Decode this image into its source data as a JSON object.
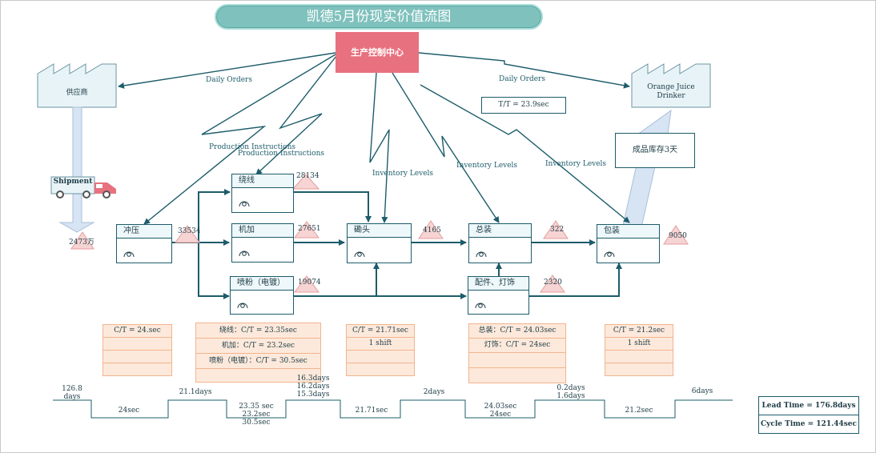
{
  "title": "凯德5月份现实价值流图",
  "control_center": "生产控制中心",
  "supplier": "供应商",
  "customer": "Orange Juice\nDrinker",
  "shipment": "Shipment",
  "supplier_inventory": "2473万",
  "finished_goods": "成品库存3天",
  "takt_time": "T/T = 23.9sec",
  "flow_labels": {
    "daily_orders_left": "Daily Orders",
    "daily_orders_right": "Daily Orders",
    "prod_instr_1": "Production Instructions",
    "prod_instr_2": "Production Instructions",
    "inv_1": "Inventory Levels",
    "inv_2": "Inventory Levels",
    "inv_3": "Inventory Levels"
  },
  "processes": {
    "stamping": "冲压",
    "winding": "绕线",
    "machining": "机加",
    "coating": "喷粉（电镀）",
    "head": "磡头",
    "assembly": "总装",
    "parts": "配件、灯饰",
    "packing": "包装"
  },
  "inventory": {
    "stamping": "33534",
    "winding": "28134",
    "machining": "27651",
    "coating": "19074",
    "head": "4165",
    "assembly": "322",
    "parts": "2320",
    "packing": "9050"
  },
  "data_boxes": {
    "stamping": [
      "C/T = 24.sec",
      "",
      "",
      ""
    ],
    "mid": [
      "绕线：C/T = 23.35sec",
      "机加：C/T = 23.2sec",
      "喷粉（电镀）：C/T = 30.5sec",
      ""
    ],
    "head": [
      "C/T = 21.71sec",
      "1 shift",
      "",
      ""
    ],
    "assembly": [
      "总装：C/T = 24.03sec",
      "灯饰：C/T = 24sec",
      "",
      ""
    ],
    "packing": [
      "C/T = 21.2sec",
      "1 shift",
      "",
      ""
    ]
  },
  "timeline": {
    "top_1": "126.8\ndays",
    "top_2": "21.1days",
    "top_3": "16.3days\n16.2days\n15.3days",
    "top_4": "2days",
    "top_5": "0.2days\n1.6days",
    "top_6": "6days",
    "bot_1": "24sec",
    "bot_2": "23.35 sec\n23.2sec\n30.5sec",
    "bot_3": "21.71sec",
    "bot_4": "24.03sec\n24sec",
    "bot_5": "21.2sec"
  },
  "lead_time": "Lead Time = 176.8days",
  "cycle_time": "Cycle Time = 121.44sec"
}
